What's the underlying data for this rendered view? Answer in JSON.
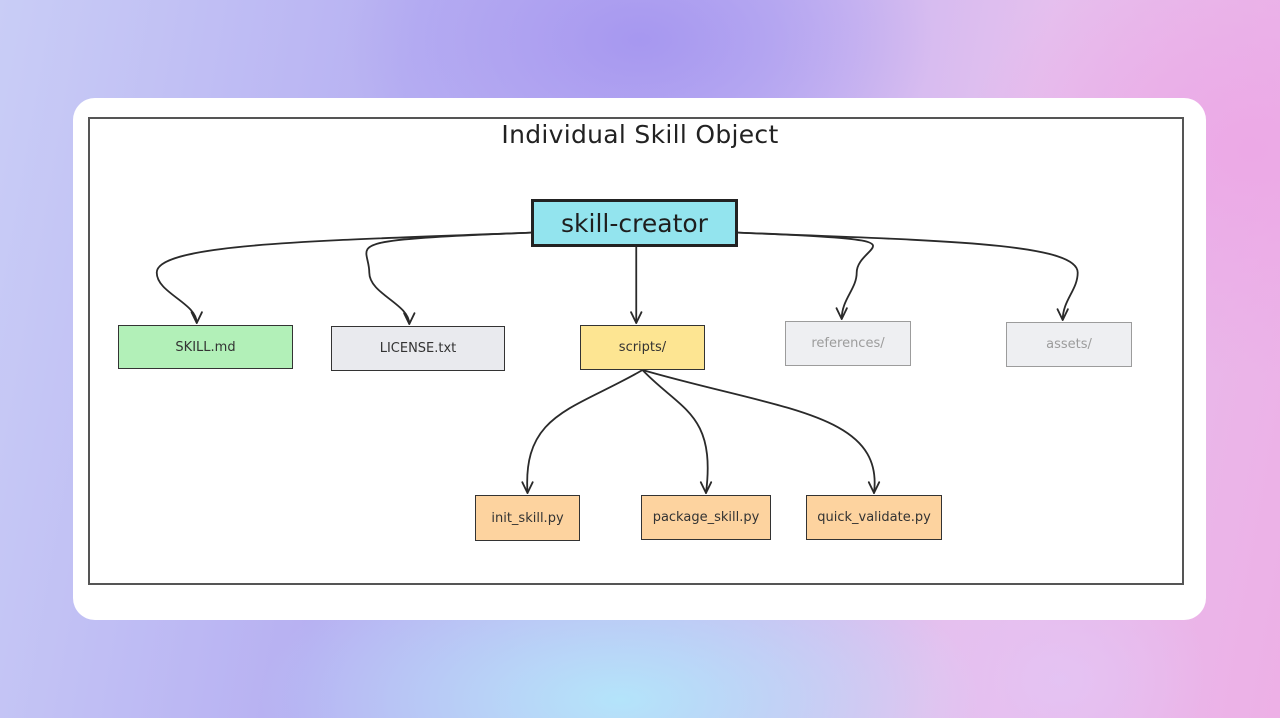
{
  "diagram": {
    "title": "Individual Skill Object",
    "root": {
      "id": "skill-creator",
      "label": "skill-creator",
      "color": "#93e4ee"
    },
    "children": [
      {
        "id": "skill-md",
        "label": "SKILL.md",
        "color": "#b2f0b8",
        "faded": false
      },
      {
        "id": "license-txt",
        "label": "LICENSE.txt",
        "color": "#e9eaee",
        "faded": false
      },
      {
        "id": "scripts",
        "label": "scripts/",
        "color": "#fde592",
        "faded": false
      },
      {
        "id": "references",
        "label": "references/",
        "color": "#eeeff2",
        "faded": true
      },
      {
        "id": "assets",
        "label": "assets/",
        "color": "#eeeff2",
        "faded": true
      }
    ],
    "scripts_children": [
      {
        "id": "init-skill-py",
        "label": "init_skill.py",
        "color": "#fdd39f"
      },
      {
        "id": "package-skill-py",
        "label": "package_skill.py",
        "color": "#fdd39f"
      },
      {
        "id": "quick-validate-py",
        "label": "quick_validate.py",
        "color": "#fdd39f"
      }
    ],
    "edges": [
      [
        "skill-creator",
        "skill-md"
      ],
      [
        "skill-creator",
        "license-txt"
      ],
      [
        "skill-creator",
        "scripts"
      ],
      [
        "skill-creator",
        "references"
      ],
      [
        "skill-creator",
        "assets"
      ],
      [
        "scripts",
        "init-skill-py"
      ],
      [
        "scripts",
        "package-skill-py"
      ],
      [
        "scripts",
        "quick-validate-py"
      ]
    ]
  }
}
